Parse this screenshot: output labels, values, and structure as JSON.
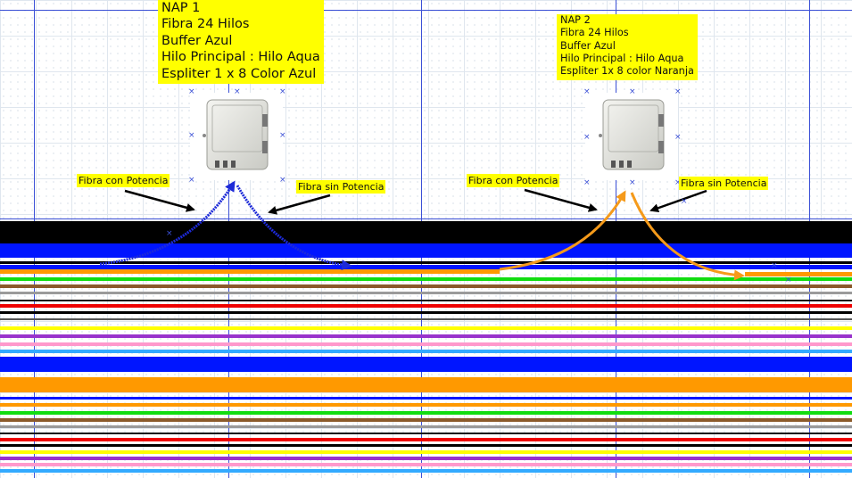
{
  "nap1": {
    "lines": [
      "NAP 1",
      "Fibra 24 Hilos",
      "Buffer Azul",
      "Hilo Principal : Hilo Aqua",
      "Espliter 1 x 8 Color Azul"
    ],
    "label_con": "Fibra con Potencia",
    "label_sin": "Fibra sin Potencia",
    "arrow_color": "#1d2ad8"
  },
  "nap2": {
    "lines": [
      "NAP 2",
      "Fibra 24 Hilos",
      "Buffer Azul",
      "Hilo Principal : Hilo Aqua",
      "Espliter 1x 8 color Naranja"
    ],
    "label_con": "Fibra con Potencia",
    "label_sin": "Fibra sin Potencia",
    "arrow_color": "#f59a1a"
  },
  "colors": {
    "label_bg": "#ffff00",
    "cable_black": "#000000",
    "buffer_blue": "#0015ff",
    "buffer_orange": "#ff9900",
    "grid_line": "#3a4fd6"
  },
  "fiber_color_order": [
    "blue",
    "orange",
    "green",
    "brown",
    "gray",
    "white",
    "red",
    "black",
    "yellow",
    "violet",
    "pink",
    "aqua"
  ]
}
